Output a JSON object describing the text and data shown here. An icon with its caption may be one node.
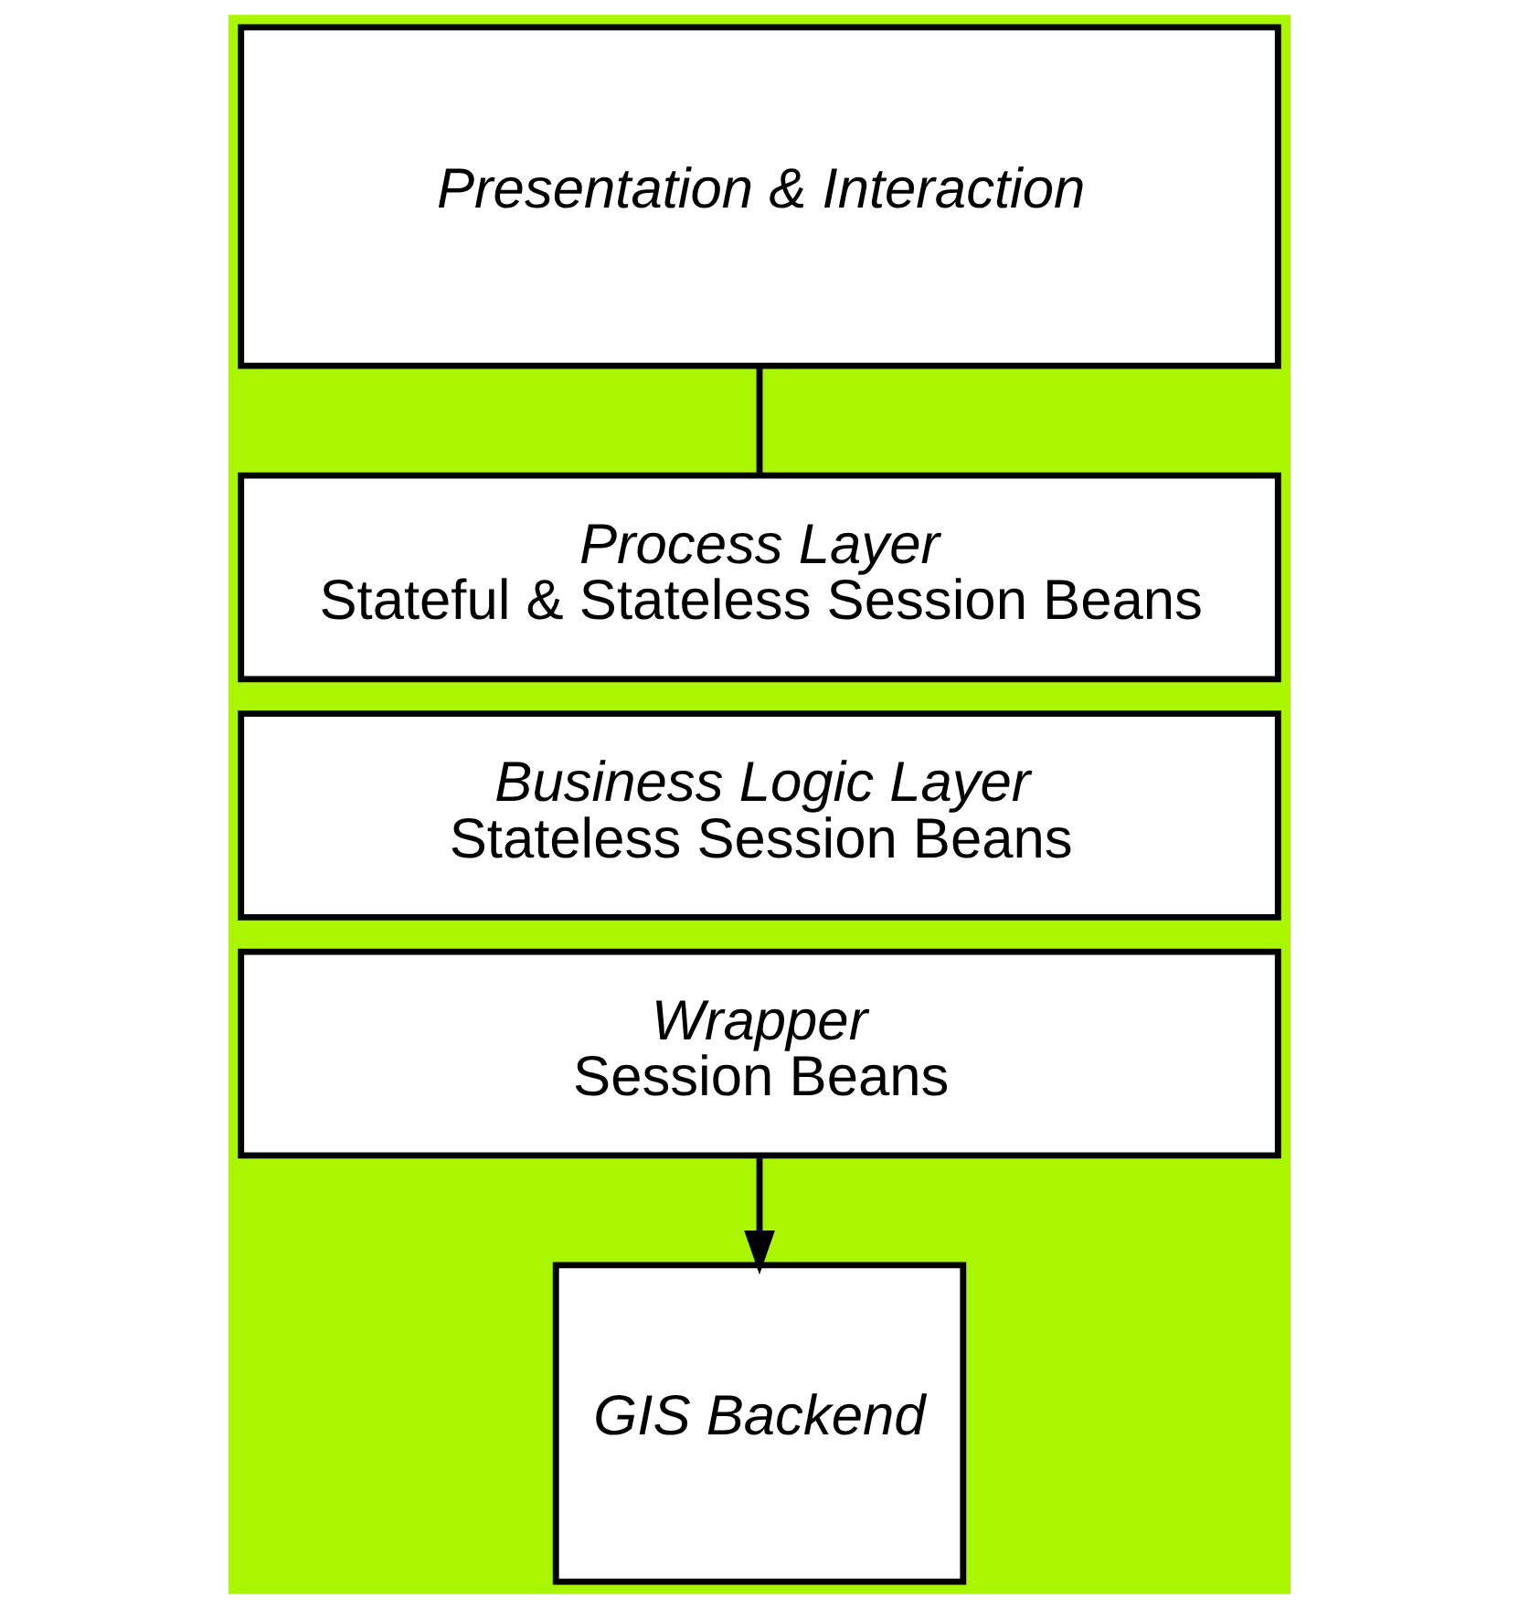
{
  "diagram": {
    "nodes": [
      {
        "text": [
          "Presentation & Interaction"
        ]
      },
      {
        "text": [
          "Process Layer",
          "Stateful & Stateless Session Beans"
        ]
      },
      {
        "text": [
          "Business Logic Layer",
          "Stateless Session Beans"
        ]
      },
      {
        "text": [
          "Wrapper",
          "Session Beans"
        ]
      },
      {
        "text": [
          "GIS Backend"
        ]
      }
    ],
    "edges": [
      {
        "from": 0,
        "to": 1,
        "arrow": "none"
      },
      {
        "from": 3,
        "to": 4,
        "arrow": "to"
      }
    ]
  }
}
